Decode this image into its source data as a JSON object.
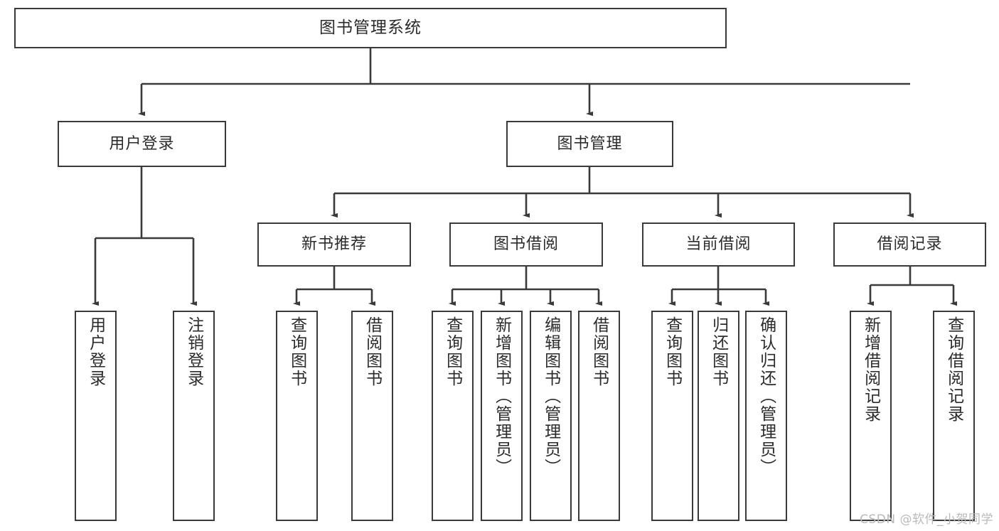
{
  "diagram": {
    "title": "图书管理系统",
    "type": "tree",
    "orientation": "top-down",
    "line_color": "#3a3a3a",
    "box_fill": "#ffffff",
    "text_color": "#2b2b2b",
    "nodes": {
      "root": {
        "label": "图书管理系统"
      },
      "level1": [
        {
          "id": "user-login",
          "label": "用户登录"
        },
        {
          "id": "book-manage",
          "label": "图书管理"
        }
      ],
      "level2": [
        {
          "id": "new-book-recommend",
          "label": "新书推荐"
        },
        {
          "id": "book-borrow",
          "label": "图书借阅"
        },
        {
          "id": "current-borrow",
          "label": "当前借阅"
        },
        {
          "id": "borrow-record",
          "label": "借阅记录"
        }
      ],
      "leaves": {
        "user-login": [
          {
            "id": "leaf-user-login",
            "label": "用户登录"
          },
          {
            "id": "leaf-logout-login",
            "label": "注销登录"
          }
        ],
        "new-book-recommend": [
          {
            "id": "leaf-query-book-1",
            "label": "查询图书"
          },
          {
            "id": "leaf-borrow-book-1",
            "label": "借阅图书"
          }
        ],
        "book-borrow": [
          {
            "id": "leaf-query-book-2",
            "label": "查询图书"
          },
          {
            "id": "leaf-add-book-admin",
            "label": "新增图书（管理员）"
          },
          {
            "id": "leaf-edit-book-admin",
            "label": "编辑图书（管理员）"
          },
          {
            "id": "leaf-borrow-book-2",
            "label": "借阅图书"
          }
        ],
        "current-borrow": [
          {
            "id": "leaf-query-book-3",
            "label": "查询图书"
          },
          {
            "id": "leaf-return-book",
            "label": "归还图书"
          },
          {
            "id": "leaf-confirm-return-admin",
            "label": "确认归还（管理员）"
          }
        ],
        "borrow-record": [
          {
            "id": "leaf-add-borrow-record",
            "label": "新增借阅记录"
          },
          {
            "id": "leaf-query-borrow-record",
            "label": "查询借阅记录"
          }
        ]
      }
    },
    "watermark": "CSDN @软件_小贺同学"
  }
}
